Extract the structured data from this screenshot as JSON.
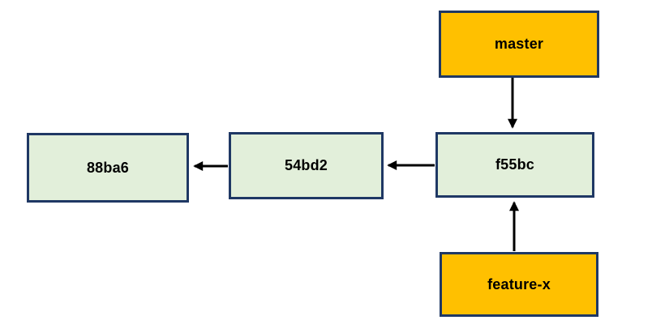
{
  "diagram": {
    "colors": {
      "commit_fill": "#e2efda",
      "branch_fill": "#ffc000",
      "box_border": "#1f3864",
      "arrow": "#000000",
      "text": "#000000",
      "background": "#ffffff"
    },
    "commits": [
      {
        "id": "88ba6"
      },
      {
        "id": "54bd2"
      },
      {
        "id": "f55bc"
      }
    ],
    "branches": [
      {
        "name": "master"
      },
      {
        "name": "feature-x"
      }
    ],
    "edges": [
      {
        "from": "54bd2",
        "to": "88ba6",
        "direction": "left"
      },
      {
        "from": "f55bc",
        "to": "54bd2",
        "direction": "left"
      },
      {
        "from": "master",
        "to": "f55bc",
        "direction": "down"
      },
      {
        "from": "feature-x",
        "to": "f55bc",
        "direction": "up"
      }
    ]
  }
}
